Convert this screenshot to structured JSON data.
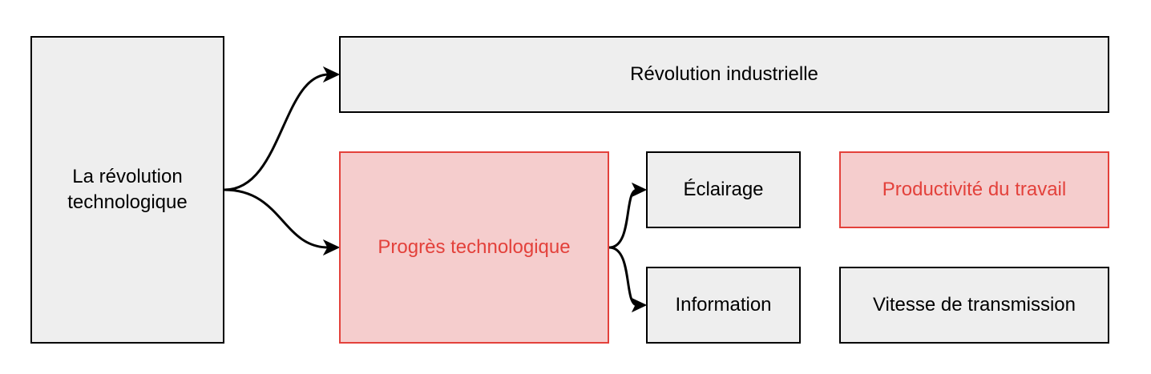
{
  "diagram": {
    "nodes": {
      "root": "La révolution technologique",
      "industrial": "Révolution industrielle",
      "progress": "Progrès technologique",
      "lighting": "Éclairage",
      "productivity": "Productivité du travail",
      "information": "Information",
      "speed": "Vitesse de transmission"
    },
    "colors": {
      "default_fill": "#eeeeee",
      "default_stroke": "#000000",
      "highlight_fill": "#f5cdcd",
      "highlight_stroke": "#e3413b",
      "highlight_text": "#e3413b"
    },
    "edges": [
      {
        "from": "root",
        "to": "industrial"
      },
      {
        "from": "root",
        "to": "progress"
      },
      {
        "from": "progress",
        "to": "lighting"
      },
      {
        "from": "progress",
        "to": "information"
      }
    ]
  }
}
